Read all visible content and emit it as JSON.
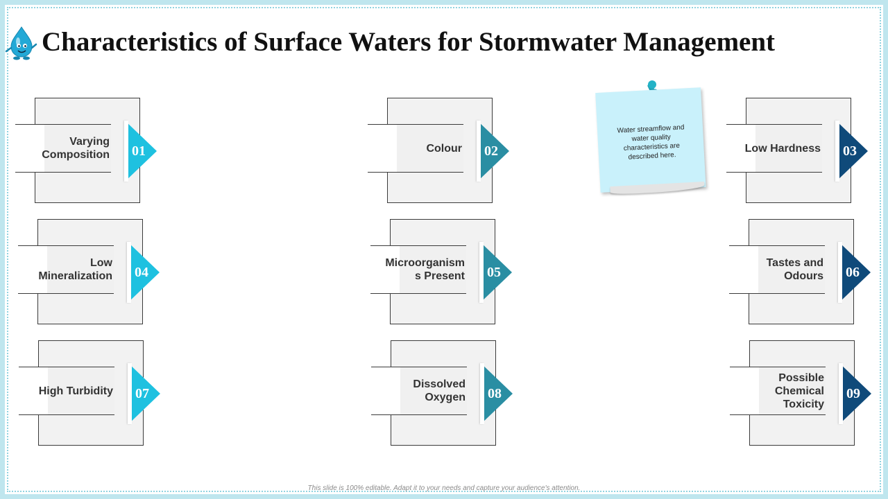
{
  "slide": {
    "title": "Characteristics of Surface Waters for Stormwater Management",
    "footer": "This slide is 100% editable. Adapt it to your needs and capture your audience's attention.",
    "note": "Water streamflow and water quality characteristics are described here."
  },
  "colors": {
    "light_arrow": "#1ec1e0",
    "mid_arrow": "#2a8ea3",
    "dark_arrow": "#0f4a7a",
    "note_paper": "#c9f1fb",
    "pin": "#1f9fb3",
    "frame": "#bfe6ee"
  },
  "items": [
    {
      "number": "01",
      "label": "Varying Composition",
      "color": "#1ec1e0"
    },
    {
      "number": "02",
      "label": "Colour",
      "color": "#2a8ea3"
    },
    {
      "number": "03",
      "label": "Low Hardness",
      "color": "#0f4a7a"
    },
    {
      "number": "04",
      "label": "Low Mineralization",
      "color": "#1ec1e0"
    },
    {
      "number": "05",
      "label": "Microorganism s Present",
      "color": "#2a8ea3"
    },
    {
      "number": "06",
      "label": "Tastes and Odours",
      "color": "#0f4a7a"
    },
    {
      "number": "07",
      "label": "High Turbidity",
      "color": "#1ec1e0"
    },
    {
      "number": "08",
      "label": "Dissolved Oxygen",
      "color": "#2a8ea3"
    },
    {
      "number": "09",
      "label": "Possible Chemical Toxicity",
      "color": "#0f4a7a"
    }
  ],
  "icons": {
    "mascot": "water-drop-mascot-icon",
    "pin": "push-pin-icon"
  }
}
